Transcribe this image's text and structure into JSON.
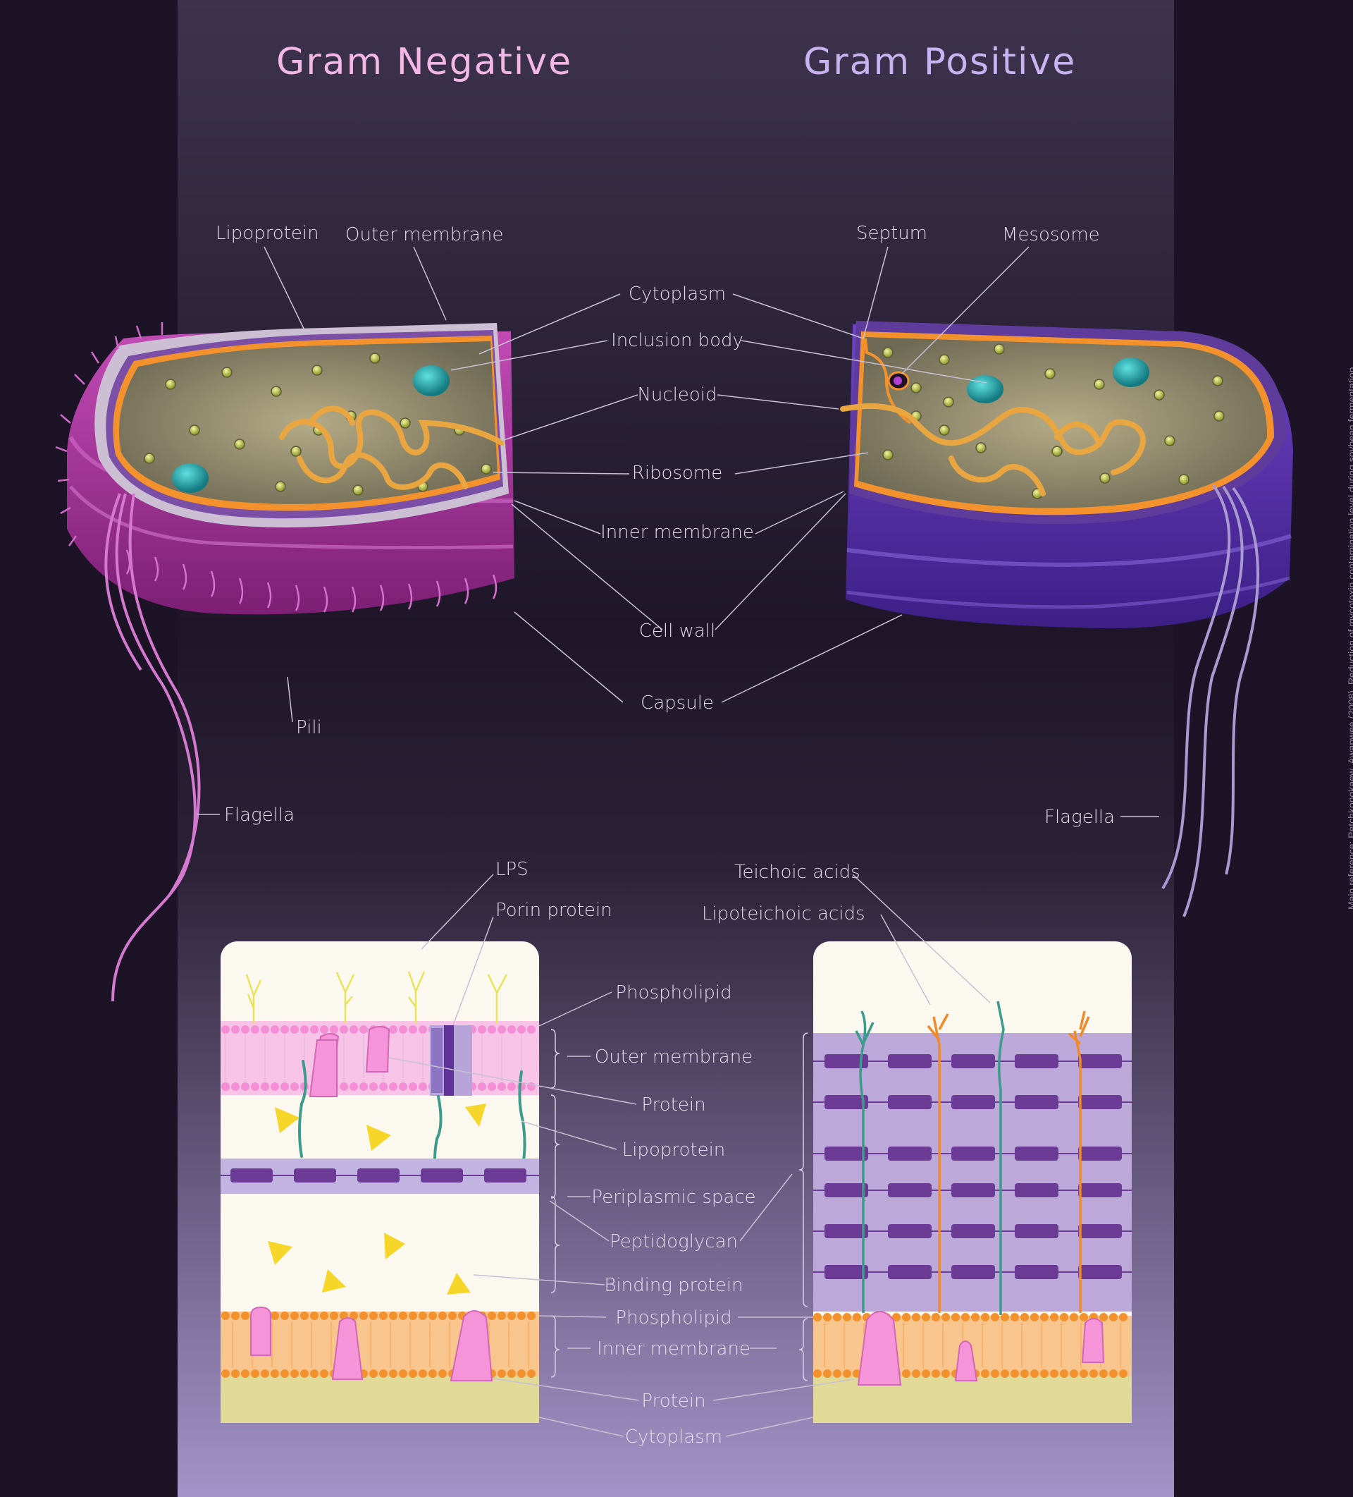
{
  "titles": {
    "negative": "Gram  Negative",
    "positive": "Gram  Positive"
  },
  "labels": {
    "lipoprotein": "Lipoprotein",
    "outer_membrane": "Outer membrane",
    "septum": "Septum",
    "mesosome": "Mesosome",
    "cytoplasm": "Cytoplasm",
    "inclusion_body": "Inclusion body",
    "nucleoid": "Nucleoid",
    "ribosome": "Ribosome",
    "inner_membrane": "Inner membrane",
    "cell_wall": "Cell wall",
    "capsule": "Capsule",
    "pili": "Pili",
    "flagella": "Flagella",
    "lps": "LPS",
    "porin_protein": "Porin protein",
    "teichoic_acids": "Teichoic acids",
    "lipoteichoic_acids": "Lipoteichoic acids",
    "phospholipid": "Phospholipid",
    "protein": "Protein",
    "periplasmic_space": "Periplasmic space",
    "peptidoglycan": "Peptidoglycan",
    "binding_protein": "Binding protein"
  },
  "credit": "Main reference: Petchkongkaew, Awanwee (2008). Reduction of mycotoxin contamination level during soybean fermentation",
  "colors": {
    "negative_wall": "#a8349a",
    "positive_wall": "#5a2fa8",
    "membrane_pink": "#f28bd7",
    "membrane_orange": "#f3922c",
    "peptidoglycan": "#6b3b96",
    "protein": "#f694d9",
    "cytoplasm": "#e2dc9c",
    "teichoic": "#3d9b8c",
    "lipoteichoic": "#f08a28",
    "binding_protein": "#f7d62a"
  }
}
